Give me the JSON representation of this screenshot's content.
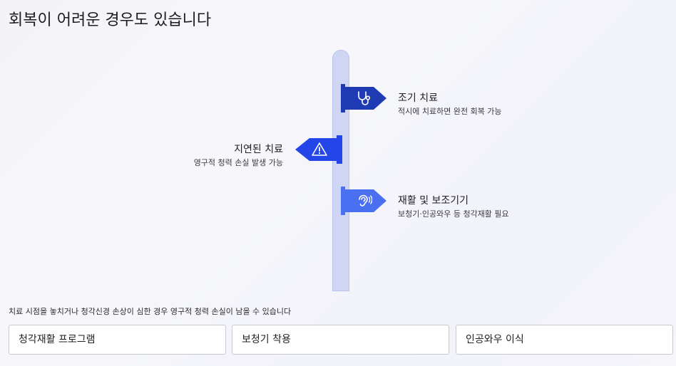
{
  "title": "회복이 어려운 경우도 있습니다",
  "signs": [
    {
      "heading": "조기 치료",
      "desc": "적시에 치료하면 완전 회복 가능",
      "icon": "stethoscope-icon",
      "color": "#1f3bb3"
    },
    {
      "heading": "지연된 치료",
      "desc": "영구적 청력 손실 발생 가능",
      "icon": "warning-icon",
      "color": "#2446e8"
    },
    {
      "heading": "재활 및 보조기기",
      "desc": "보청기·인공와우 등 청각재활 필요",
      "icon": "ear-icon",
      "color": "#4a6ff0"
    }
  ],
  "note": "치료 시점을 놓치거나 청각신경 손상이 심한 경우 영구적 청력 손실이 남을 수 있습니다",
  "options": [
    "청각재활 프로그램",
    "보청기 착용",
    "인공와우 이식"
  ]
}
